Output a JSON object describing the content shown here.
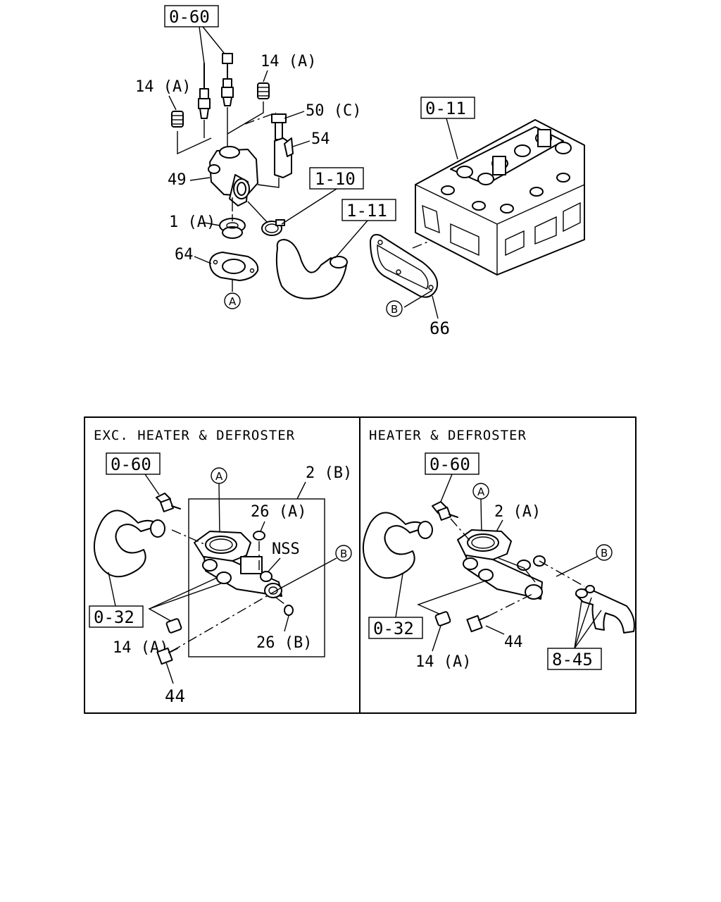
{
  "refs": {
    "r060": "0-60",
    "r011": "0-11",
    "r110": "1-10",
    "r111": "1-11",
    "r032": "0-32",
    "r845": "8-45"
  },
  "parts": {
    "p14a": "14 (A)",
    "p50c": "50 (C)",
    "p54": "54",
    "p49": "49",
    "p1a": "1 (A)",
    "p64": "64",
    "p66": "66",
    "p2b": "2 (B)",
    "p26a": "26 (A)",
    "p26b": "26 (B)",
    "nss": "NSS",
    "p44": "44",
    "p2a": "2 (A)"
  },
  "markers": {
    "a": "A",
    "b": "B"
  },
  "panels": {
    "left_caption": "EXC. HEATER & DEFROSTER",
    "right_caption": "HEATER & DEFROSTER"
  }
}
